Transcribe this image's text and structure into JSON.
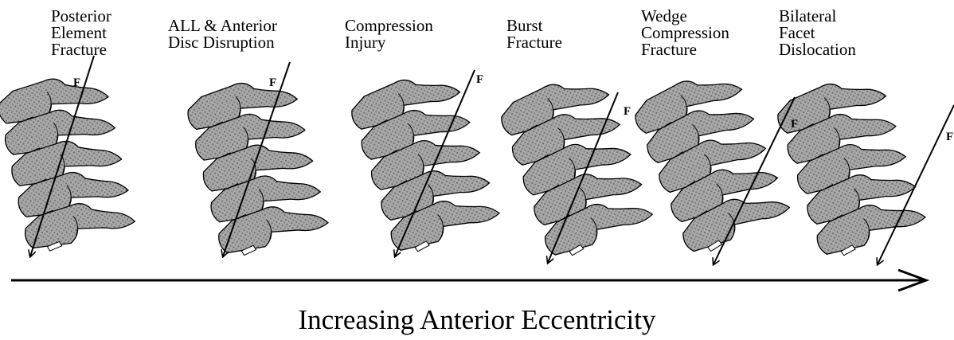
{
  "figure": {
    "caption": "Increasing Anterior Eccentricity",
    "force_label": "F",
    "injuries": [
      {
        "label": "Posterior\nElement\nFracture"
      },
      {
        "label": "ALL & Anterior\nDisc Disruption"
      },
      {
        "label": "Compression\nInjury"
      },
      {
        "label": "Burst\nFracture"
      },
      {
        "label": "Wedge\nCompression\nFracture"
      },
      {
        "label": "Bilateral\nFacet\nDislocation"
      }
    ],
    "colors": {
      "bone_fill": "#9a9a9a",
      "outline": "#000000",
      "background": "#ffffff"
    }
  }
}
